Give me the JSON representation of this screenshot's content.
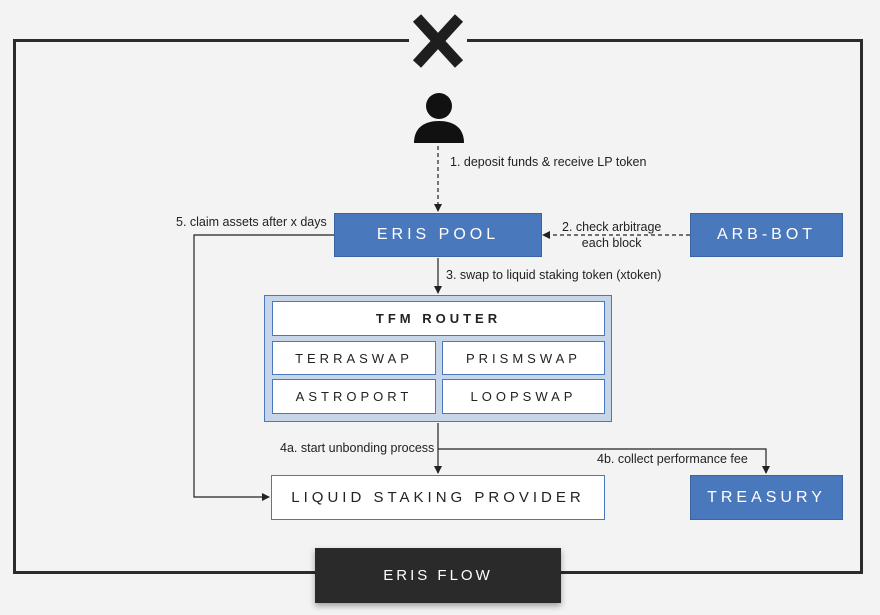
{
  "nodes": {
    "eris_pool": "ERIS POOL",
    "arb_bot": "ARB-BOT",
    "tfm_router": "TFM ROUTER",
    "terraswap": "TERRASWAP",
    "prismswap": "PRISMSWAP",
    "astroport": "ASTROPORT",
    "loopswap": "LOOPSWAP",
    "liquid_staking_provider": "LIQUID STAKING PROVIDER",
    "treasury": "TREASURY"
  },
  "edges": {
    "step1": "1. deposit funds & receive LP token",
    "step2_line1": "2. check arbitrage",
    "step2_line2": "each block",
    "step3": "3. swap to liquid staking token (xtoken)",
    "step4a": "4a. start unbonding process",
    "step4b": "4b. collect performance fee",
    "step5": "5. claim assets after x days"
  },
  "footer": {
    "title": "ERIS FLOW"
  },
  "icons": {
    "close": "close-icon",
    "user": "user-icon"
  },
  "colors": {
    "accent": "#4a78bd",
    "frame": "#2b2b2b",
    "footer_bg": "#2a2a2a"
  }
}
